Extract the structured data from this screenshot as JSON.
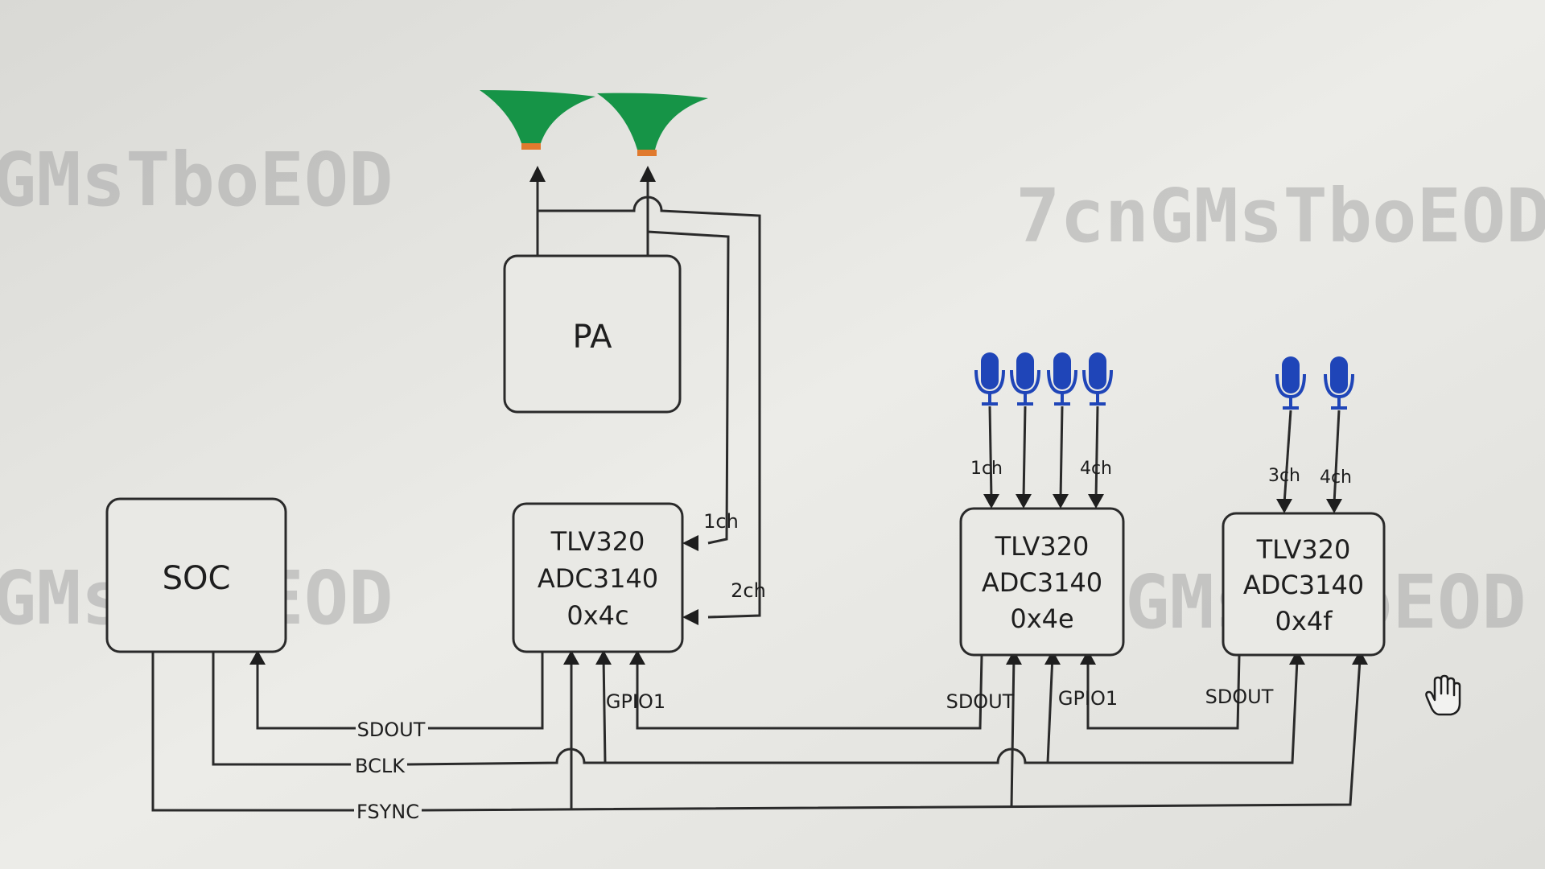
{
  "watermarks": [
    "GMsTboEOD",
    "7cnGMsTboEOD",
    "GMsTboEOD",
    "7cnGMsTboEOD"
  ],
  "blocks": {
    "soc": "SOC",
    "pa": "PA",
    "adc_4c": [
      "TLV320",
      "ADC3140",
      "0x4c"
    ],
    "adc_4e": [
      "TLV320",
      "ADC3140",
      "0x4e"
    ],
    "adc_4f": [
      "TLV320",
      "ADC3140",
      "0x4f"
    ]
  },
  "signals": {
    "sdout": "SDOUT",
    "bclk": "BCLK",
    "fsync": "FSYNC",
    "gpio1": "GPIO1"
  },
  "channels": {
    "adc_4c_in1": "1ch",
    "adc_4c_in2": "2ch",
    "adc_4e_in1": "1ch",
    "adc_4e_in4": "4ch",
    "adc_4f_in3": "3ch",
    "adc_4f_in4": "4ch"
  },
  "colors": {
    "speaker": "#169447",
    "speaker_throat": "#e07a2e",
    "microphone": "#1f45b8",
    "line": "#2a2a2a"
  }
}
